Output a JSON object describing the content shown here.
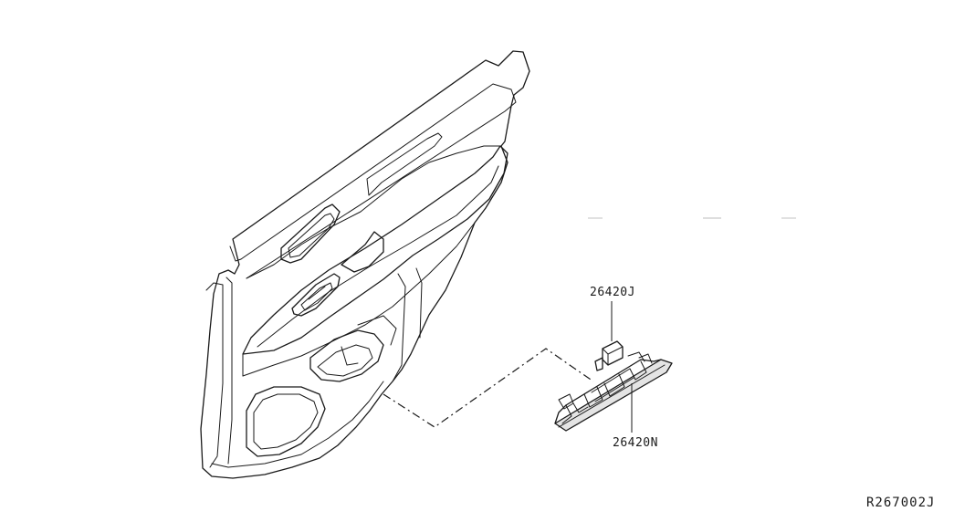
{
  "callouts": {
    "bulb_part": "26420J",
    "lamp_part": "26420N"
  },
  "reference_code": "R267002J",
  "colors": {
    "line": "#1a1a1a",
    "fill": "#ffffff"
  }
}
